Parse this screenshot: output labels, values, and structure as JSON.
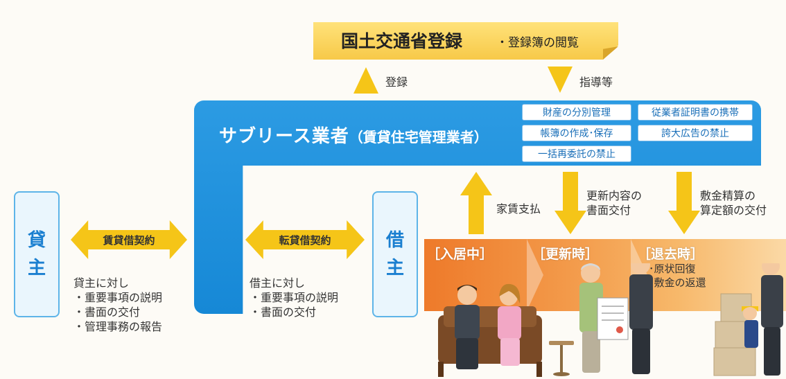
{
  "banner": {
    "title": "国土交通省登録",
    "subtitle": "・登録簿の閲覧"
  },
  "top_arrows": {
    "register": "登録",
    "guidance": "指導等"
  },
  "sublease": {
    "title": "サブリース業者",
    "title_paren": "（賃貸住宅管理業者）",
    "duties": [
      "財産の分別管理",
      "帳簿の作成･保存",
      "一括再委託の禁止",
      "従業者証明書の携帯",
      "誇大広告の禁止"
    ]
  },
  "lessor": {
    "chars": [
      "貸",
      "主"
    ],
    "contract": "賃貸借契約",
    "note": "貸主に対し\n・重要事項の説明\n・書面の交付\n・管理事務の報告"
  },
  "tenant": {
    "chars": [
      "借",
      "主"
    ],
    "contract": "転貸借契約",
    "note": "借主に対し\n・重要事項の説明\n・書面の交付"
  },
  "flows": {
    "rent": "家賃支払",
    "renewal_doc": "更新内容の\n書面交付",
    "deposit": "敷金精算の\n算定額の交付"
  },
  "stages": {
    "residing": "［入居中］",
    "renewal": "［更新時］",
    "moveout": "［退去時］",
    "moveout_items": "･原状回復\n･敷金の返還"
  },
  "colors": {
    "accent_yellow": "#f5c518",
    "brand_blue": "#1688d6",
    "timeline_orange": "#ee7a2a"
  },
  "illustrations": [
    "sofa-couple-illustration",
    "renewal-people-illustration",
    "moving-boxes-illustration"
  ]
}
